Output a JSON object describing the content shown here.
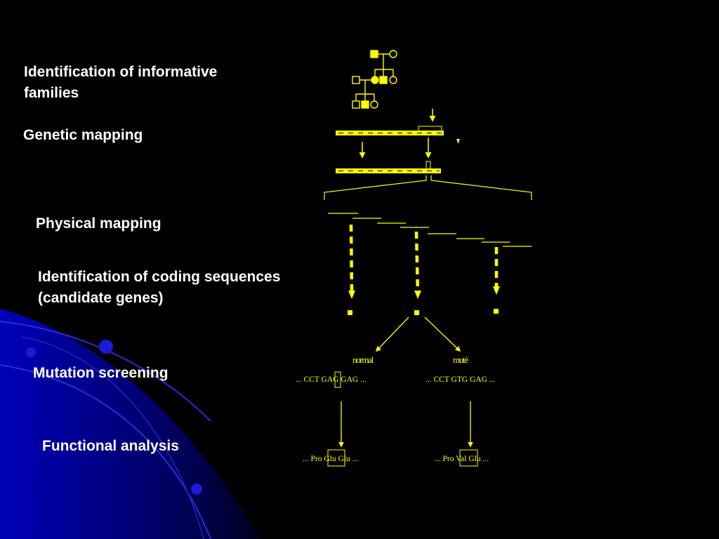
{
  "steps": {
    "informative_families": "Identification of informative\nfamilies",
    "genetic_mapping": "Genetic mapping",
    "physical_mapping": "Physical mapping",
    "coding_sequences": "Identification of coding sequences\n(candidate genes)",
    "mutation_screening": "Mutation screening",
    "functional_analysis": "Functional analysis"
  },
  "sequences": {
    "normal_label": "normal",
    "mutant_label": "muté",
    "normal_dna": "... CCT GAG GAG ...",
    "mutant_dna": "... CCT GTG GAG ...",
    "normal_protein": "... Pro Glu Glu ...",
    "mutant_protein": "... Pro Val Glu ..."
  },
  "colors": {
    "background": "#000000",
    "diagram": "#ffff00",
    "text": "#ffffff",
    "decoration": "#1010c8"
  }
}
